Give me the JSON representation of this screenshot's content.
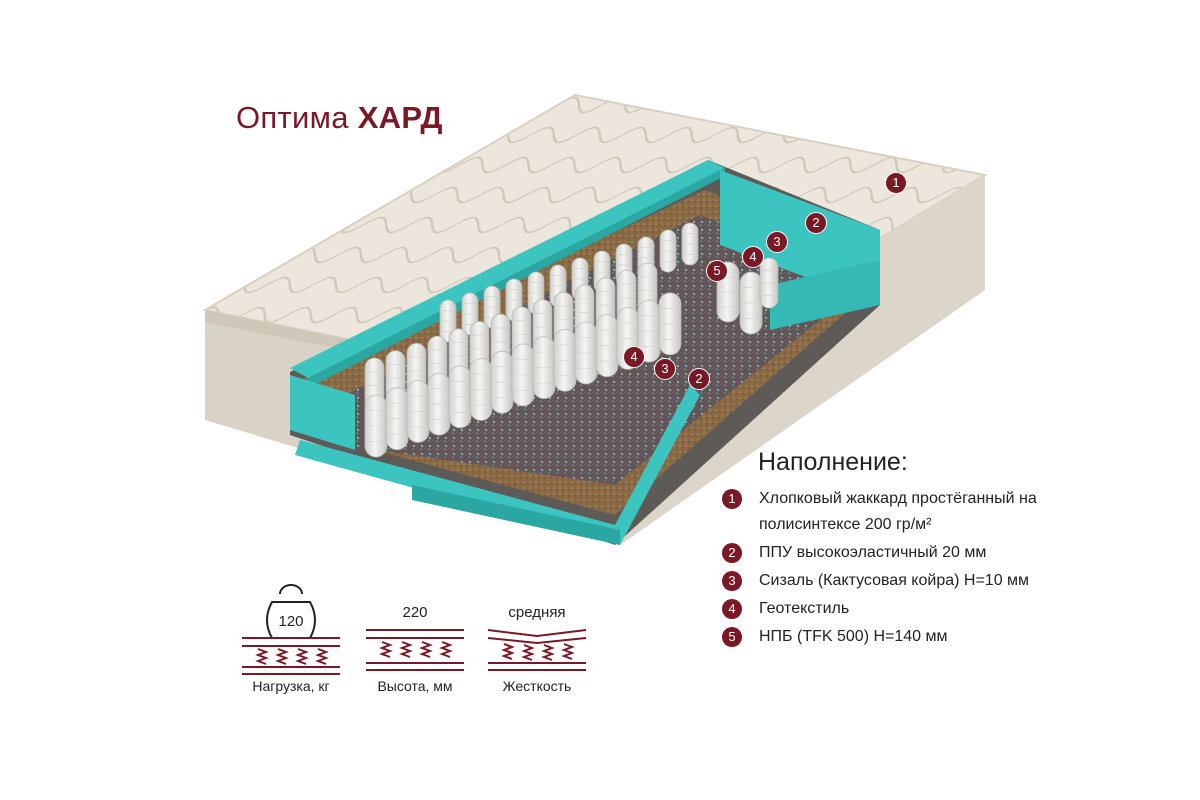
{
  "product": {
    "title_regular": "Оптима",
    "title_bold": "ХАРД"
  },
  "filling": {
    "heading": "Наполнение:",
    "items": [
      {
        "num": "1",
        "lines": [
          "Хлопковый жаккард простёганный на",
          "полисинтексе 200 гр/м²"
        ]
      },
      {
        "num": "2",
        "lines": [
          "ППУ высокоэластичный 20 мм"
        ]
      },
      {
        "num": "3",
        "lines": [
          "Сизаль (Кактусовая койра) Н=10 мм"
        ]
      },
      {
        "num": "4",
        "lines": [
          "Геотекстиль"
        ]
      },
      {
        "num": "5",
        "lines": [
          "НПБ (TFK 500) Н=140 мм"
        ]
      }
    ]
  },
  "specs": {
    "load": {
      "value": "120",
      "label": "Нагрузка, кг"
    },
    "height": {
      "value": "220",
      "label": "Высота, мм"
    },
    "firmness": {
      "value": "средняя",
      "label": "Жесткость"
    }
  },
  "markers": [
    "1",
    "2",
    "3",
    "4",
    "5",
    "4",
    "3",
    "2"
  ],
  "colors": {
    "accent": "#7a1826",
    "foam": "#3cc4c0",
    "sisal": "#8a6a45",
    "fabric": "#ece6dc",
    "spring": "#e8e8e6"
  }
}
